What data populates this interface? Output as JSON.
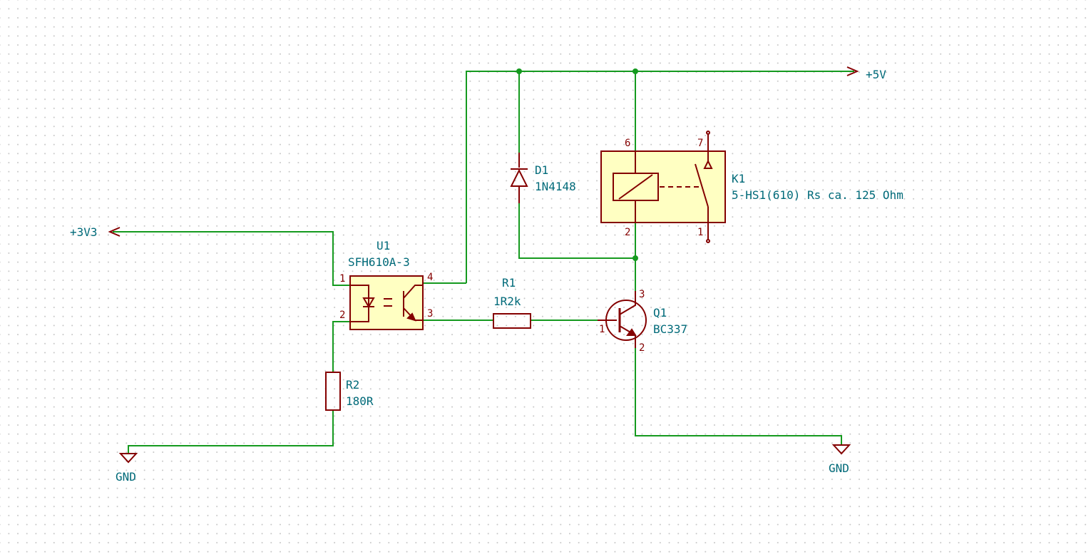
{
  "nets": {
    "v5": "+5V",
    "v3v3": "+3V3",
    "gnd_left": "GND",
    "gnd_right": "GND"
  },
  "components": {
    "U1": {
      "ref": "U1",
      "value": "SFH610A-3",
      "pins": [
        "1",
        "2",
        "3",
        "4"
      ]
    },
    "D1": {
      "ref": "D1",
      "value": "1N4148"
    },
    "K1": {
      "ref": "K1",
      "value": "5-HS1(610) Rs ca. 125 Ohm",
      "pins": [
        "6",
        "7",
        "2",
        "1"
      ]
    },
    "R1": {
      "ref": "R1",
      "value": "1R2k"
    },
    "R2": {
      "ref": "R2",
      "value": "180R"
    },
    "Q1": {
      "ref": "Q1",
      "value": "BC337",
      "pins": [
        "3",
        "1",
        "2"
      ]
    }
  },
  "colors": {
    "wire": "#159a1f",
    "symbol_outline": "#840000",
    "symbol_fill": "#ffffc2",
    "label_text": "#006a79",
    "grid_dots": "#c8c8c8"
  }
}
